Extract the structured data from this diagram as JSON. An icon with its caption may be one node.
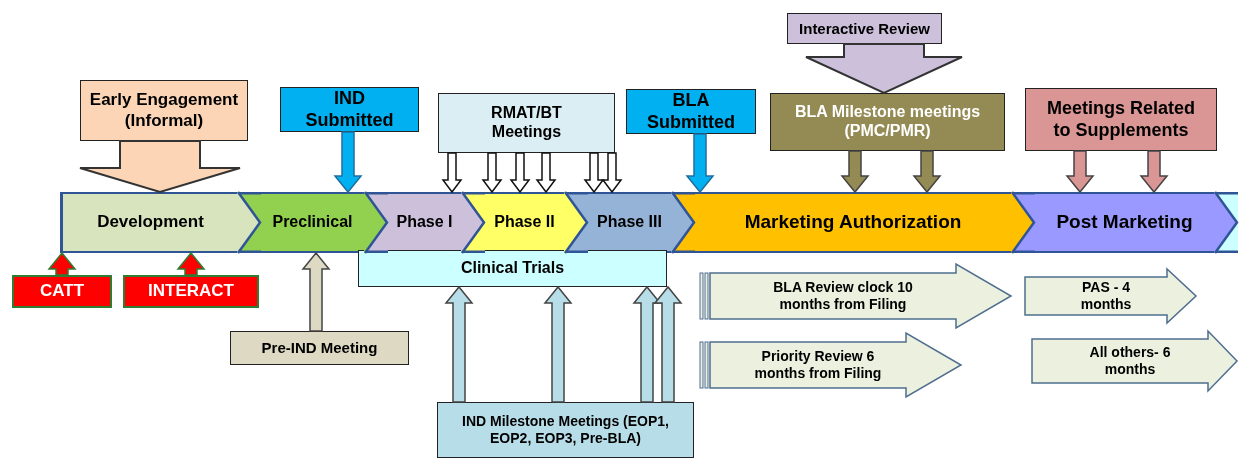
{
  "diagram": {
    "nodes": [
      {
        "text": [
          "Early Engagement (Informal)"
        ]
      },
      {
        "text": [
          "IND Submitted"
        ]
      },
      {
        "text": [
          "RMAT/BT Meetings"
        ]
      },
      {
        "text": [
          "BLA Submitted"
        ]
      },
      {
        "text": [
          "Interactive Review"
        ]
      },
      {
        "text": [
          "BLA Milestone meetings (PMC/PMR)"
        ]
      },
      {
        "text": [
          "Meetings Related to Supplements"
        ]
      },
      {
        "text": [
          "Development"
        ]
      },
      {
        "text": [
          "Preclinical"
        ]
      },
      {
        "text": [
          "Phase I"
        ]
      },
      {
        "text": [
          "Phase II"
        ]
      },
      {
        "text": [
          "Phase III"
        ]
      },
      {
        "text": [
          "Marketing Authorization"
        ]
      },
      {
        "text": [
          "Post Marketing"
        ]
      },
      {
        "text": [
          "Clinical Trials"
        ]
      },
      {
        "text": [
          "CATT"
        ]
      },
      {
        "text": [
          "INTERACT"
        ]
      },
      {
        "text": [
          "Pre-IND Meeting"
        ]
      },
      {
        "text": [
          "IND Milestone Meetings (EOP1, EOP2, EOP3, Pre-BLA)"
        ]
      },
      {
        "text": [
          "BLA Review clock 10 months from Filing"
        ]
      },
      {
        "text": [
          "Priority Review 6 months from Filing"
        ]
      },
      {
        "text": [
          "PAS - 4 months"
        ]
      },
      {
        "text": [
          "All others- 6 months"
        ]
      }
    ],
    "edges": [
      {
        "from": 0,
        "to": 7,
        "arrow": "to",
        "style": "thick",
        "color": "#fbd5b5"
      },
      {
        "from": 1,
        "to": 8,
        "arrow": "to",
        "color": "#00b0f0"
      },
      {
        "from": 2,
        "to": 9,
        "arrow": "to",
        "color": "#ffffff"
      },
      {
        "from": 2,
        "to": 10,
        "arrow": "to",
        "color": "#ffffff"
      },
      {
        "from": 2,
        "to": 10,
        "arrow": "to",
        "color": "#ffffff"
      },
      {
        "from": 2,
        "to": 10,
        "arrow": "to",
        "color": "#ffffff"
      },
      {
        "from": 2,
        "to": 11,
        "arrow": "to",
        "color": "#ffffff"
      },
      {
        "from": 2,
        "to": 11,
        "arrow": "to",
        "color": "#ffffff"
      },
      {
        "from": 3,
        "to": 12,
        "arrow": "to",
        "color": "#00b0f0"
      },
      {
        "from": 4,
        "to": 5,
        "arrow": "to",
        "style": "thick",
        "color": "#ccc0da"
      },
      {
        "from": 5,
        "to": 12,
        "arrow": "to",
        "color": "#948a54"
      },
      {
        "from": 5,
        "to": 12,
        "arrow": "to",
        "color": "#948a54"
      },
      {
        "from": 6,
        "to": 13,
        "arrow": "to",
        "color": "#da9694"
      },
      {
        "from": 6,
        "to": 13,
        "arrow": "to",
        "color": "#da9694"
      },
      {
        "from": 15,
        "to": 7,
        "arrow": "to",
        "color": "#ff0000"
      },
      {
        "from": 16,
        "to": 7,
        "arrow": "to",
        "color": "#ff0000"
      },
      {
        "from": 17,
        "to": 8,
        "arrow": "to",
        "color": "#ddd9c3"
      },
      {
        "from": 18,
        "to": 14,
        "arrow": "to",
        "color": "#b7dee8"
      },
      {
        "from": 18,
        "to": 14,
        "arrow": "to",
        "color": "#b7dee8"
      },
      {
        "from": 18,
        "to": 14,
        "arrow": "to",
        "color": "#b7dee8"
      },
      {
        "from": 18,
        "to": 14,
        "arrow": "to",
        "color": "#b7dee8"
      }
    ]
  }
}
